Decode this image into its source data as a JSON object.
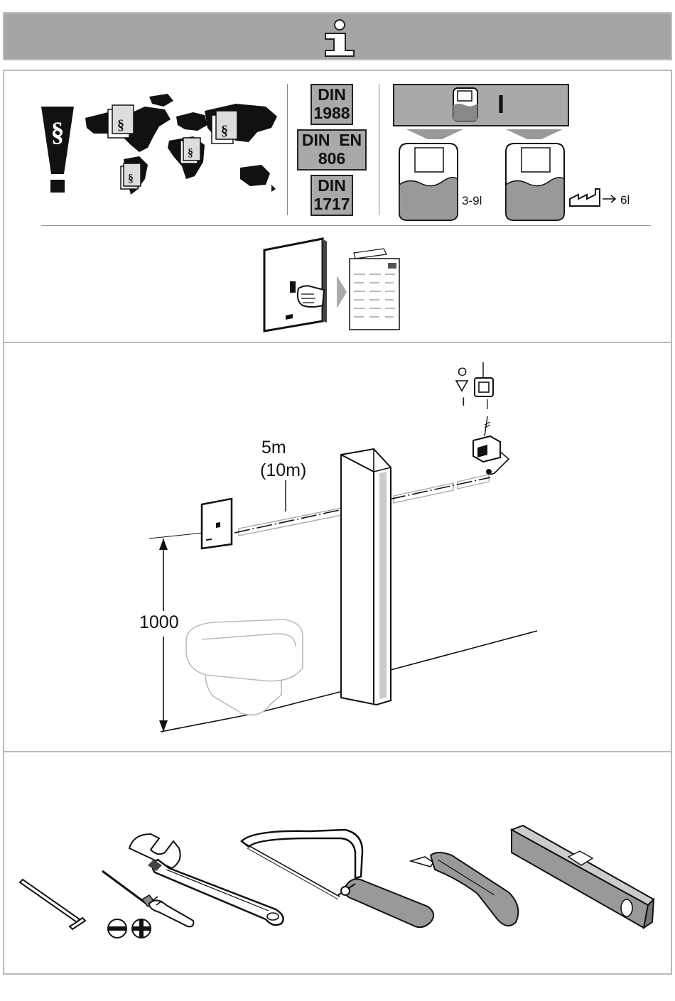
{
  "header": {
    "icon": "info-icon",
    "color": "#a5a5a5"
  },
  "standards": [
    {
      "line1": "DIN",
      "line2": "1988"
    },
    {
      "line1": "DIN  EN",
      "line2": "806"
    },
    {
      "line1": "DIN",
      "line2": "1717"
    }
  ],
  "cistern": {
    "banner_label": "I",
    "volume_label": "3-9l",
    "factory_label": "6l"
  },
  "installation": {
    "cable_length": "5m",
    "cable_length_alt": "(10m)",
    "height": "1000",
    "switch_on_symbol": "O",
    "switch_off_symbol": "I"
  },
  "icons": {
    "regulations": "paragraph-warning-icon",
    "world_map": "world-map-regulations-icon",
    "factory": "factory-icon",
    "manual": "manual-booklet-icon",
    "flush_plate": "flush-plate-icon",
    "tools": [
      "hex-key-icon",
      "screwdriver-icon",
      "slotted-tip-icon",
      "phillips-tip-icon",
      "adjustable-wrench-icon",
      "hacksaw-icon",
      "utility-knife-icon",
      "spirit-level-icon"
    ]
  }
}
